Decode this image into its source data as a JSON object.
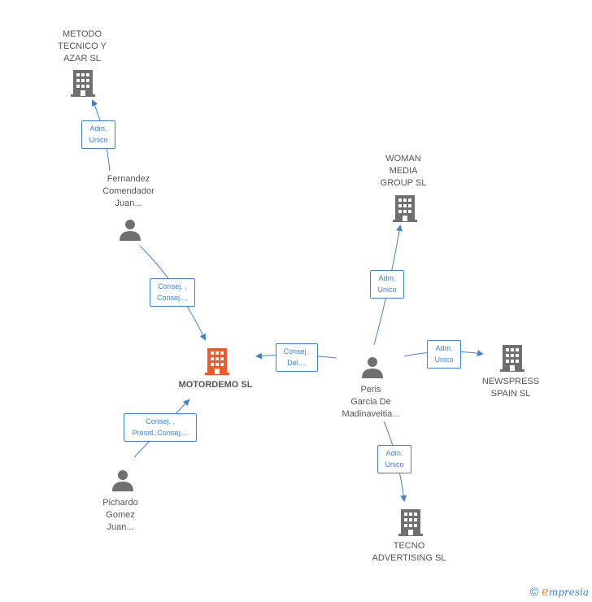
{
  "nodes": {
    "motordemo": {
      "label": "MOTORDEMO SL",
      "color": "#ef5a2a"
    },
    "metodo": {
      "label": "METODO\nTECNICO Y\nAZAR  SL"
    },
    "woman": {
      "label": "WOMAN\nMEDIA\nGROUP SL"
    },
    "newspress": {
      "label": "NEWSPRESS\nSPAIN SL"
    },
    "tecno": {
      "label": "TECNO\nADVERTISING SL"
    },
    "fernandez": {
      "label": "Fernandez\nComendador\nJuan..."
    },
    "pichardo": {
      "label": "Pichardo\nGomez\nJuan..."
    },
    "peris": {
      "label": "Peris\nGarcia De\nMadinaveitia..."
    }
  },
  "edges": {
    "fernandez_metodo": "Adm.\nUnico",
    "fernandez_motordemo": "Consej. ,\nConsej....",
    "pichardo_motordemo": "Consej. ,\nPresid.,Consej....",
    "peris_motordemo": "Consej .\nDel....",
    "peris_woman": "Adm.\nUnico",
    "peris_newspress": "Adm.\nUnico",
    "peris_tecno": "Adm.\nUnico"
  },
  "colors": {
    "edge": "#3f82d4",
    "company": "#6f6f6f",
    "person": "#6f6f6f",
    "focus": "#ef5a2a"
  },
  "footer": {
    "copyright": "©",
    "brand_initial": "e",
    "brand_rest": "mpresia"
  }
}
